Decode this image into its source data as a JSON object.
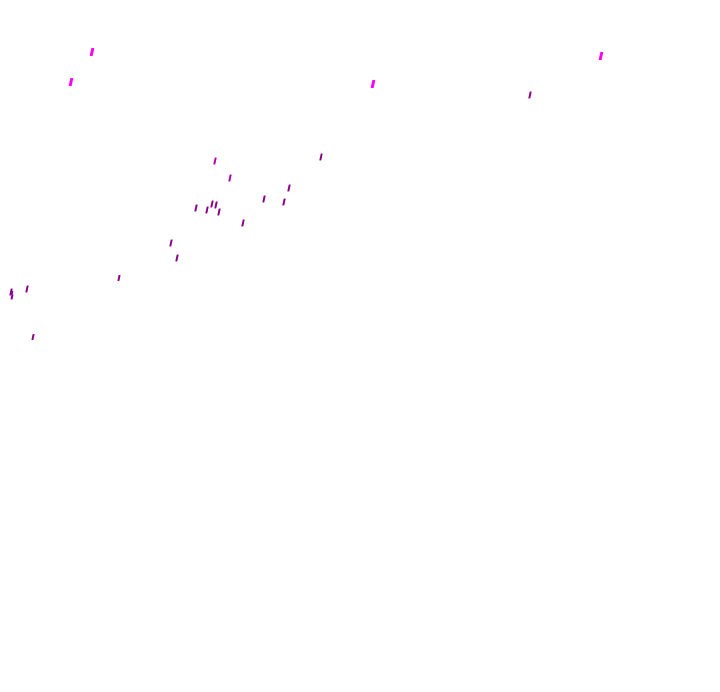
{
  "canvas": {
    "background": "#ffffff"
  },
  "palette": {
    "bright_magenta": "#ff00ff",
    "dark_magenta": "#8b008b",
    "medium_magenta": "#b000b0"
  },
  "marks": [
    {
      "color": "bright_magenta"
    },
    {
      "color": "bright_magenta"
    },
    {
      "color": "bright_magenta"
    },
    {
      "color": "bright_magenta"
    },
    {
      "color": "dark_magenta"
    },
    {
      "color": "dark_magenta"
    },
    {
      "color": "medium_magenta"
    },
    {
      "color": "medium_magenta"
    },
    {
      "color": "dark_magenta"
    },
    {
      "color": "dark_magenta"
    },
    {
      "color": "dark_magenta"
    },
    {
      "color": "dark_magenta"
    },
    {
      "color": "dark_magenta"
    },
    {
      "color": "dark_magenta"
    },
    {
      "color": "dark_magenta"
    },
    {
      "color": "dark_magenta"
    },
    {
      "color": "dark_magenta"
    },
    {
      "color": "dark_magenta"
    },
    {
      "color": "dark_magenta"
    },
    {
      "color": "dark_magenta"
    },
    {
      "color": "dark_magenta"
    },
    {
      "color": "dark_magenta"
    },
    {
      "color": "dark_magenta"
    },
    {
      "color": "dark_magenta"
    },
    {
      "color": "dark_magenta"
    }
  ]
}
